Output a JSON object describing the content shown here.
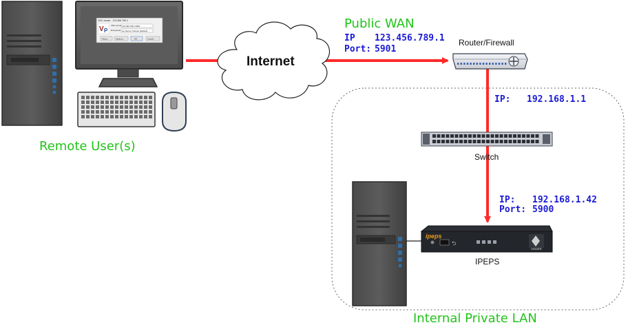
{
  "colors": {
    "link": "#ff2a2a",
    "zone_label": "#22c41a",
    "address_text": "#1a1ad6"
  },
  "remote": {
    "label": "Remote User(s)",
    "dialog_lines": [
      "VNC viewer - 123.456.789.1",
      "VNC server:",
      "123.456.789.1:5901",
      "Encryption:",
      "Let Server Choose (Default)"
    ],
    "dialog_buttons": [
      "About...",
      "Options...",
      "OK",
      "Cancel"
    ]
  },
  "internet": {
    "label": "Internet"
  },
  "wan": {
    "title": "Public WAN",
    "ip_key": "IP",
    "ip_value": "123.456.789.1",
    "port_key": "Port:",
    "port_value": "5901"
  },
  "router": {
    "label": "Router/Firewall",
    "ip_key": "IP:",
    "ip_value": "192.168.1.1"
  },
  "switch": {
    "label": "Switch"
  },
  "ipeps": {
    "label": "IPEPS",
    "brand": "ipeps",
    "maker": "ADDER",
    "ip_key": "IP:",
    "ip_value": "192.168.1.42",
    "port_key": "Port:",
    "port_value": "5900"
  },
  "lan": {
    "label": "Internal Private LAN"
  }
}
